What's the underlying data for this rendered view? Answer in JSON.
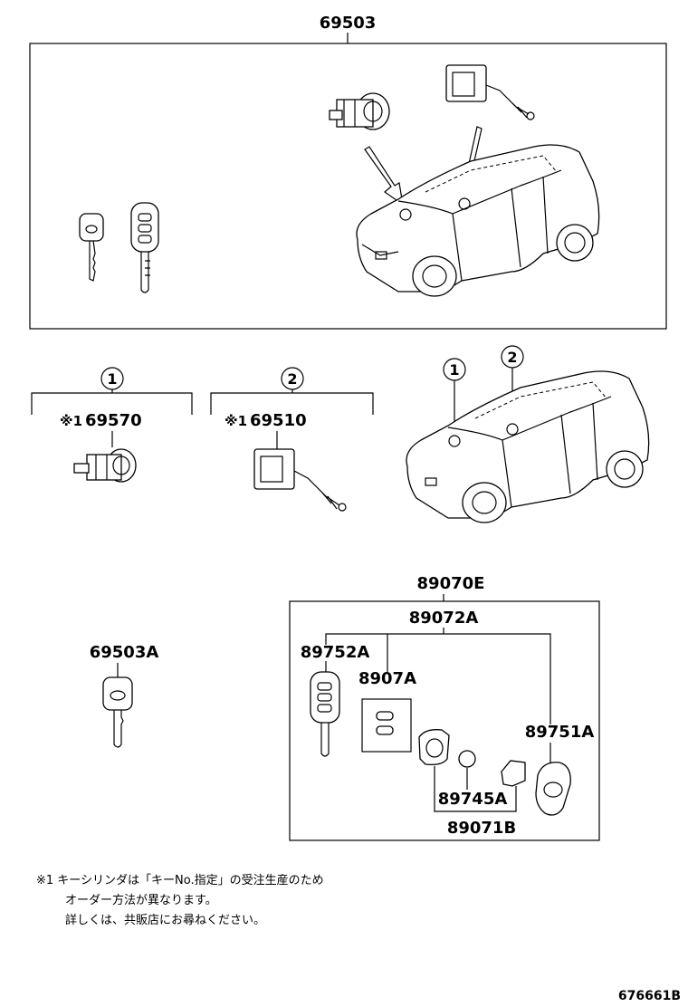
{
  "diagram": {
    "assembly_top": "69503",
    "callout_1": "1",
    "callout_2": "2",
    "part_cyl_1": "69570",
    "part_cyl_2": "69510",
    "note_mark": "※1",
    "key_blank": "69503A",
    "transmitter_set": "89070E",
    "transmitter_sub": "89072A",
    "remote_key": "89752A",
    "battery_part": "8907A",
    "case_part": "89751A",
    "cover_part": "89745A",
    "case_sub": "89071B",
    "note_line_1": "※1 キーシリンダは「キーNo.指定」の受注生産のため",
    "note_line_2": "オーダー方法が異なります。",
    "note_line_3": "詳しくは、共販店にお尋ねください。",
    "figure_code": "676661B"
  }
}
